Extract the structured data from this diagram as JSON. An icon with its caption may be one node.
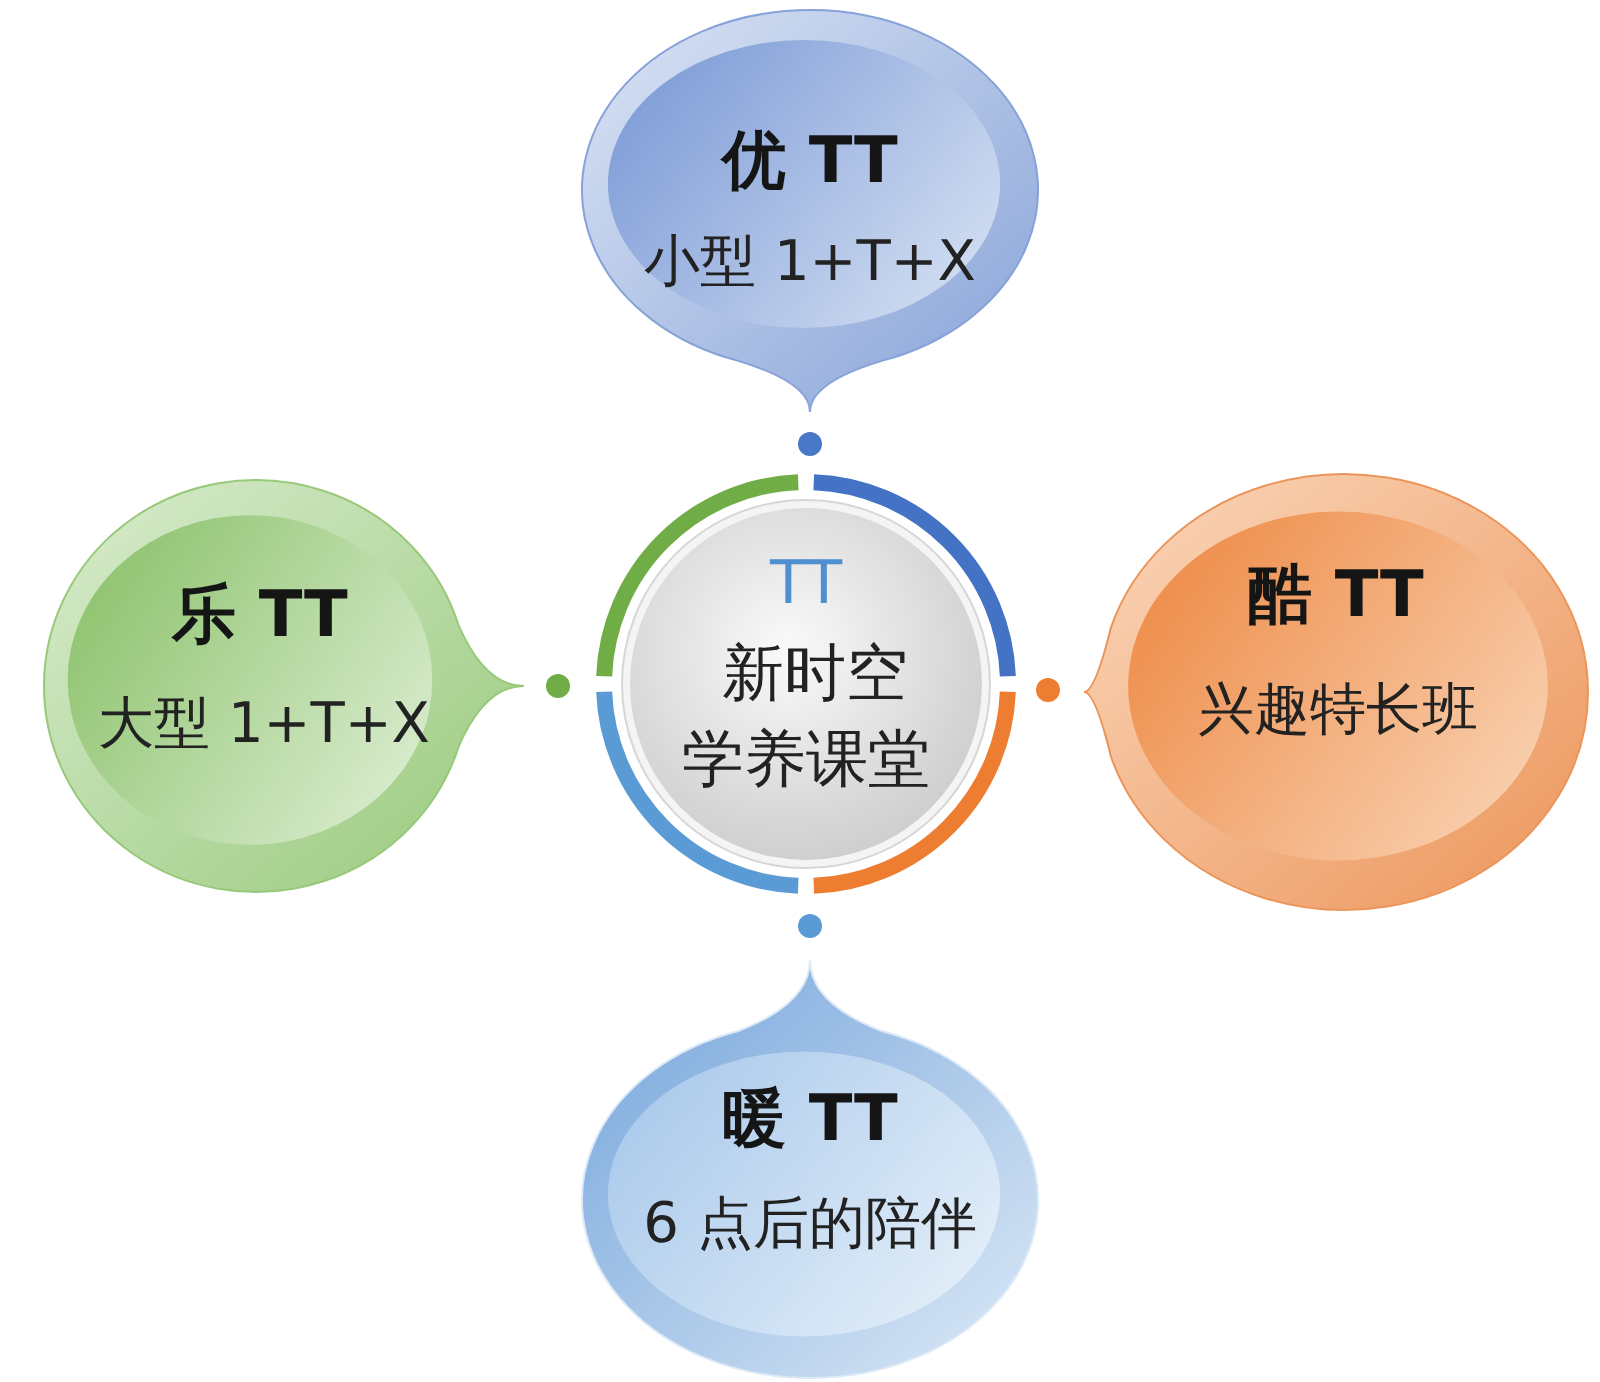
{
  "diagram": {
    "nodes": [
      {
        "text": [
          "优 TT",
          "小型 1+T+X"
        ]
      },
      {
        "text": [
          "乐 TT",
          "大型 1+T+X"
        ]
      },
      {
        "text": [
          "TT",
          "新时空学养课堂"
        ]
      },
      {
        "text": [
          "酷 TT",
          "兴趣特长班"
        ]
      },
      {
        "text": [
          "暖 TT",
          "6 点后的陪伴"
        ]
      }
    ]
  }
}
